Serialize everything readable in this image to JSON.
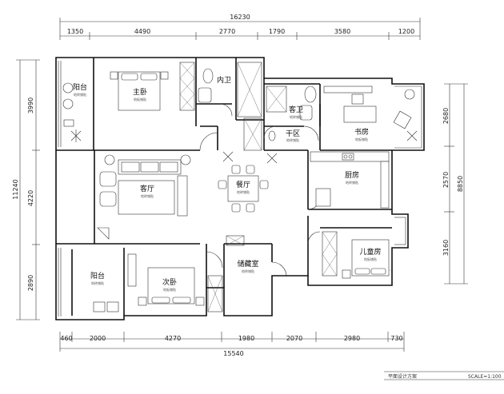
{
  "dimensions": {
    "top_total": "16230",
    "top_segments": [
      "1350",
      "4490",
      "2770",
      "1790",
      "3580",
      "1200"
    ],
    "bottom_total": "15540",
    "bottom_segments": [
      "460",
      "2000",
      "4270",
      "1980",
      "2070",
      "2980",
      "730"
    ],
    "left_total": "11240",
    "left_segments": [
      "3990",
      "4220",
      "2890"
    ],
    "right_total": "8850",
    "right_segments": [
      "2680",
      "2570",
      "3160"
    ]
  },
  "rooms": {
    "balcony_nw": {
      "name": "阳台",
      "sub": "地砖铺贴"
    },
    "master_bedroom": {
      "name": "主卧",
      "sub": "地板铺贴"
    },
    "ensuite_bath": {
      "name": "内卫",
      "sub": ""
    },
    "guest_bath": {
      "name": "客卫",
      "sub": "地砖铺贴"
    },
    "dry_area": {
      "name": "干区",
      "sub": "地砖铺贴"
    },
    "study": {
      "name": "书房",
      "sub": "地板铺贴"
    },
    "living_room": {
      "name": "客厅",
      "sub": "地砖铺贴"
    },
    "dining_room": {
      "name": "餐厅",
      "sub": "地砖铺贴"
    },
    "kitchen": {
      "name": "厨房",
      "sub": "地砖铺贴"
    },
    "balcony_sw": {
      "name": "阳台",
      "sub": "地砖铺贴"
    },
    "second_bedroom": {
      "name": "次卧",
      "sub": "地板铺贴"
    },
    "storage_room": {
      "name": "储藏室",
      "sub": "地砖铺贴"
    },
    "children_room": {
      "name": "儿童房",
      "sub": "地板铺贴"
    }
  },
  "footer": {
    "plan_title": "平面设计方案",
    "scale": "SCALE=1:100"
  }
}
